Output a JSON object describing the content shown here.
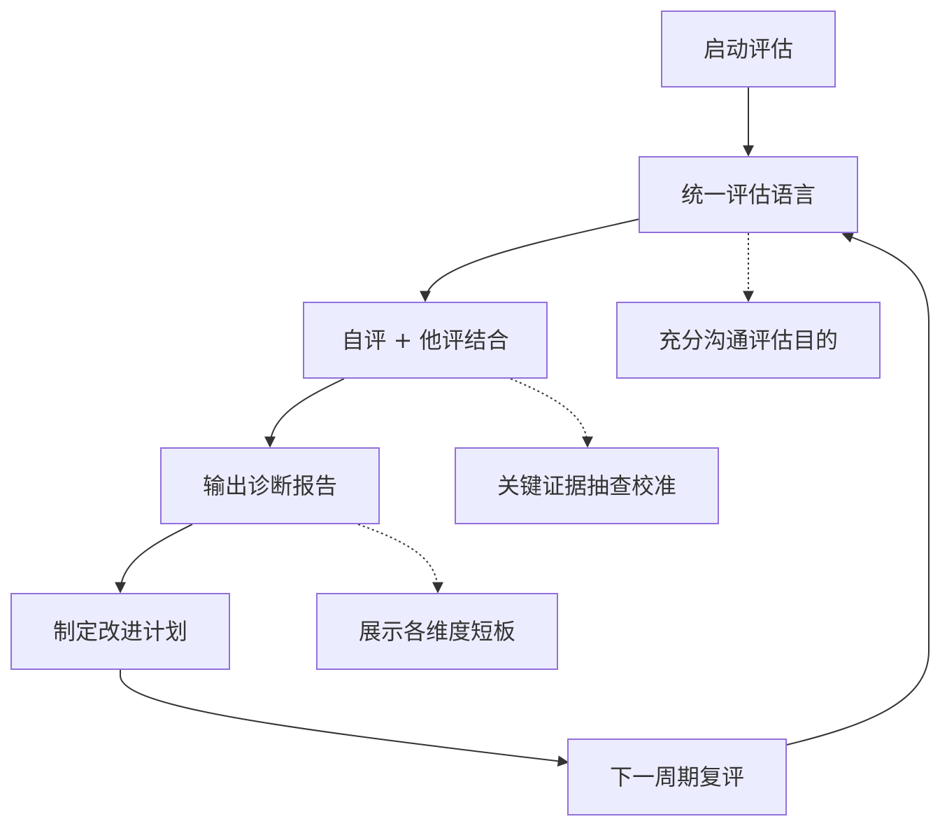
{
  "nodes": {
    "start": "启动评估",
    "unify_language": "统一评估语言",
    "self_and_peer": "自评 + 他评结合",
    "communicate_purpose": "充分沟通评估目的",
    "diagnosis_report": "输出诊断报告",
    "evidence_check": "关键证据抽查校准",
    "improvement_plan": "制定改进计划",
    "show_weaknesses": "展示各维度短板",
    "next_review": "下一周期复评"
  },
  "edges": [
    {
      "from": "start",
      "to": "unify_language",
      "style": "solid"
    },
    {
      "from": "unify_language",
      "to": "self_and_peer",
      "style": "solid"
    },
    {
      "from": "unify_language",
      "to": "communicate_purpose",
      "style": "dotted"
    },
    {
      "from": "self_and_peer",
      "to": "diagnosis_report",
      "style": "solid"
    },
    {
      "from": "self_and_peer",
      "to": "evidence_check",
      "style": "dotted"
    },
    {
      "from": "diagnosis_report",
      "to": "improvement_plan",
      "style": "solid"
    },
    {
      "from": "diagnosis_report",
      "to": "show_weaknesses",
      "style": "dotted"
    },
    {
      "from": "improvement_plan",
      "to": "next_review",
      "style": "solid"
    },
    {
      "from": "next_review",
      "to": "unify_language",
      "style": "solid"
    }
  ],
  "colors": {
    "node_fill": "#ECECFF",
    "node_border": "#9370DB",
    "edge": "#333333",
    "text": "#333333"
  }
}
